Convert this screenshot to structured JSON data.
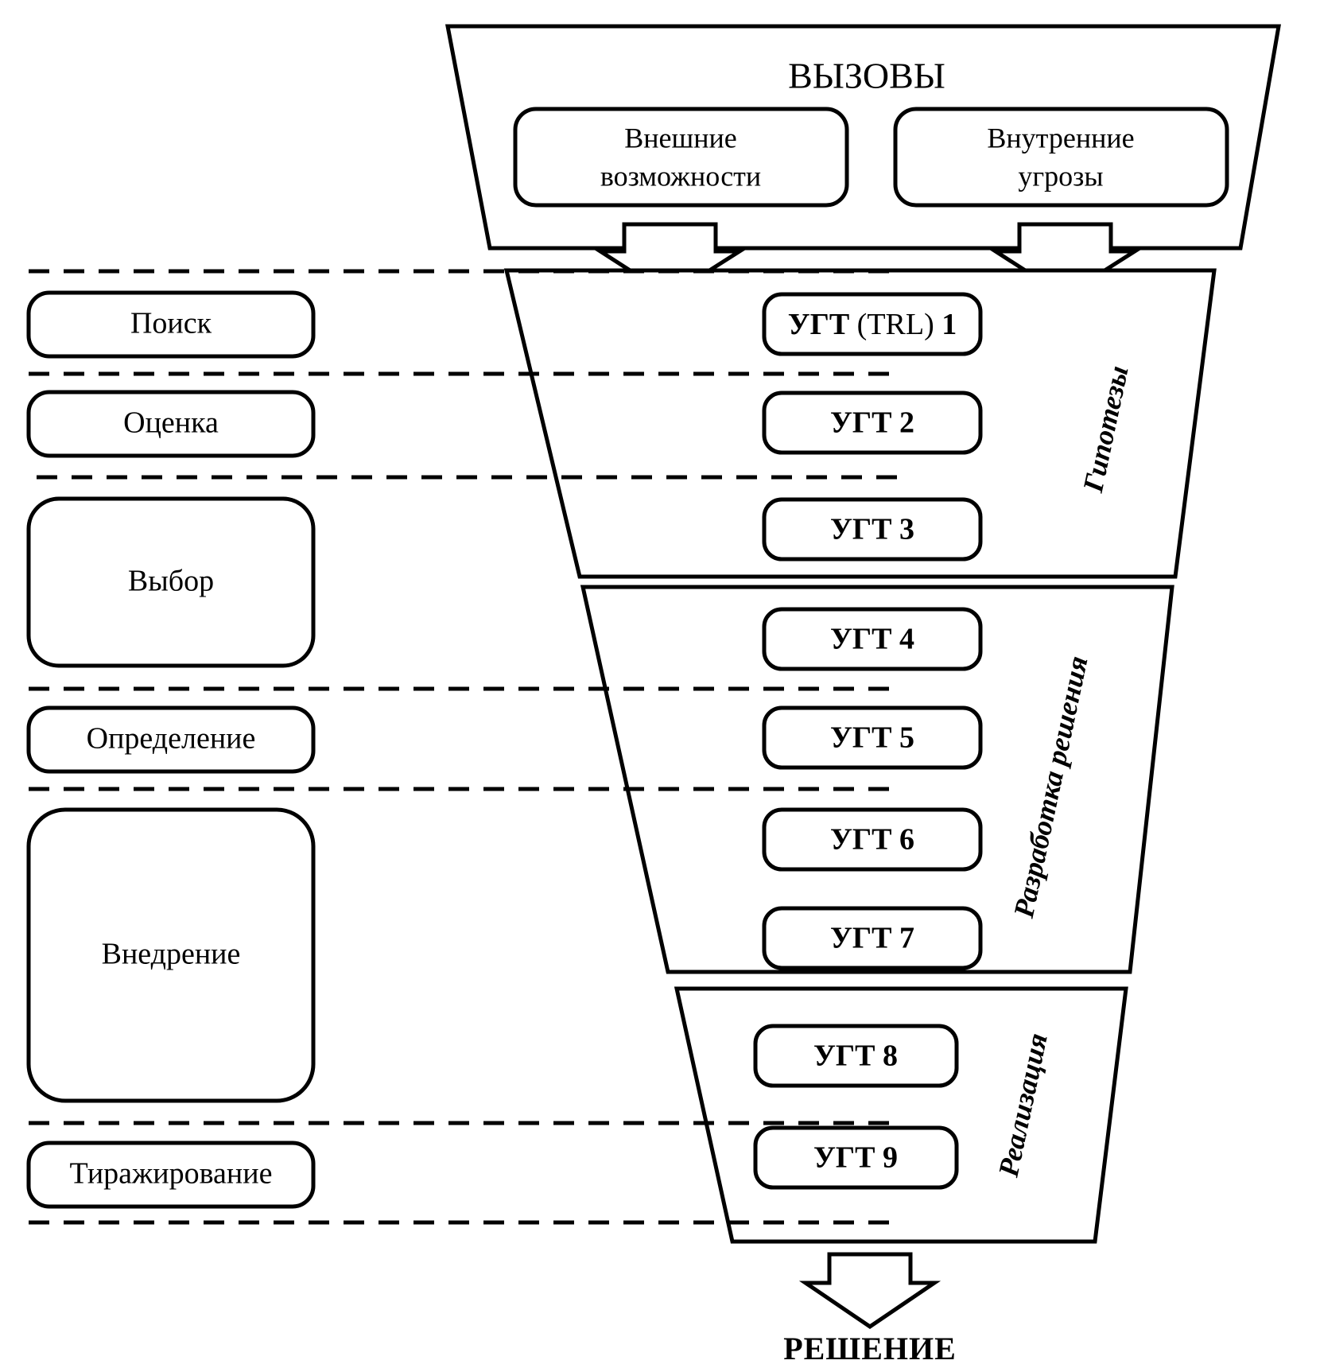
{
  "diagram": {
    "title": "ВЫЗОВЫ",
    "challenges": [
      {
        "id": "external",
        "line1": "Внешние",
        "line2": "возможности"
      },
      {
        "id": "internal",
        "line1": "Внутренние",
        "line2": "угрозы"
      }
    ],
    "stages": [
      {
        "id": "search",
        "label": "Поиск"
      },
      {
        "id": "assessment",
        "label": "Оценка"
      },
      {
        "id": "choice",
        "label": "Выбор"
      },
      {
        "id": "definition",
        "label": "Определение"
      },
      {
        "id": "deployment",
        "label": "Внедрение"
      },
      {
        "id": "replication",
        "label": "Тиражирование"
      }
    ],
    "trl_levels": [
      {
        "id": "trl1",
        "main": "УГТ",
        "sub": " (TRL) ",
        "num": "1",
        "full": "УГТ (TRL) 1"
      },
      {
        "id": "trl2",
        "full": "УГТ 2"
      },
      {
        "id": "trl3",
        "full": "УГТ 3"
      },
      {
        "id": "trl4",
        "full": "УГТ 4"
      },
      {
        "id": "trl5",
        "full": "УГТ 5"
      },
      {
        "id": "trl6",
        "full": "УГТ 6"
      },
      {
        "id": "trl7",
        "full": "УГТ 7"
      },
      {
        "id": "trl8",
        "full": "УГТ 8"
      },
      {
        "id": "trl9",
        "full": "УГТ 9"
      }
    ],
    "phases": [
      {
        "id": "hypotheses",
        "label": "Гипотезы"
      },
      {
        "id": "solution-development",
        "label": "Разработка решения"
      },
      {
        "id": "realization",
        "label": "Реализация"
      }
    ],
    "outcome": "РЕШЕНИЕ",
    "colors": {
      "stroke": "#000000",
      "fill": "#ffffff"
    }
  }
}
